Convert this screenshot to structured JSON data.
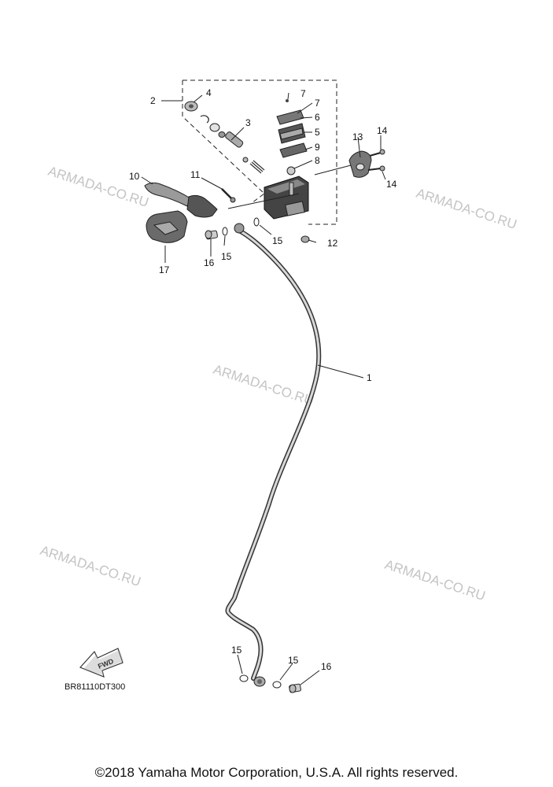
{
  "watermarks": [
    "ARMADA-CO.RU",
    "ARMADA-CO.RU",
    "ARMADA-CO.RU",
    "ARMADA-CO.RU",
    "ARMADA-CO.RU"
  ],
  "callouts": {
    "c1": "1",
    "c2": "2",
    "c3": "3",
    "c4": "4",
    "c5": "5",
    "c6": "6",
    "c7a": "7",
    "c7b": "7",
    "c8": "8",
    "c9": "9",
    "c10": "10",
    "c11": "11",
    "c12": "12",
    "c13": "13",
    "c14a": "14",
    "c14b": "14",
    "c15a": "15",
    "c15b": "15",
    "c15c": "15",
    "c15d": "15",
    "c16a": "16",
    "c16b": "16",
    "c17": "17"
  },
  "fwd_label": "FWD",
  "diagram_code": "BR81110DT300",
  "copyright": "©2018 Yamaha Motor Corporation, U.S.A. All rights reserved."
}
